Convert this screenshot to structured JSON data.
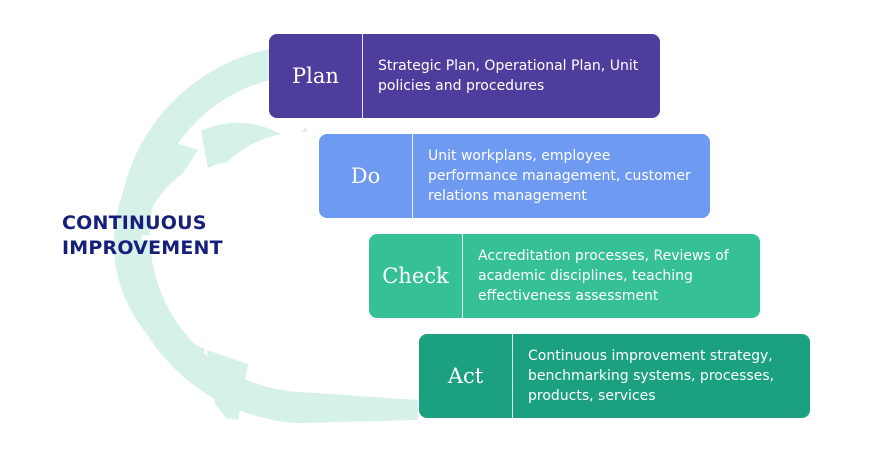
{
  "center_label": {
    "line1": "CONTINUOUS",
    "line2": "IMPROVEMENT"
  },
  "stages": [
    {
      "name": "Plan",
      "description": "Strategic Plan, Operational Plan, Unit policies and procedures",
      "color": "#4e3d9c"
    },
    {
      "name": "Do",
      "description": "Unit workplans, employee performance management, customer relations management",
      "color": "#6f9af1"
    },
    {
      "name": "Check",
      "description": "Accreditation processes, Reviews of academic disciplines, teaching effectiveness assessment",
      "color": "#36c095"
    },
    {
      "name": "Act",
      "description": "Continuous improvement strategy, benchmarking systems, processes, products, services",
      "color": "#1ba17f"
    }
  ],
  "colors": {
    "cycle_ring": "#d6f1ea",
    "title_text": "#16207a",
    "stage_text": "#ffffff"
  },
  "icons": {
    "cycle": "circular-arrows-icon"
  }
}
